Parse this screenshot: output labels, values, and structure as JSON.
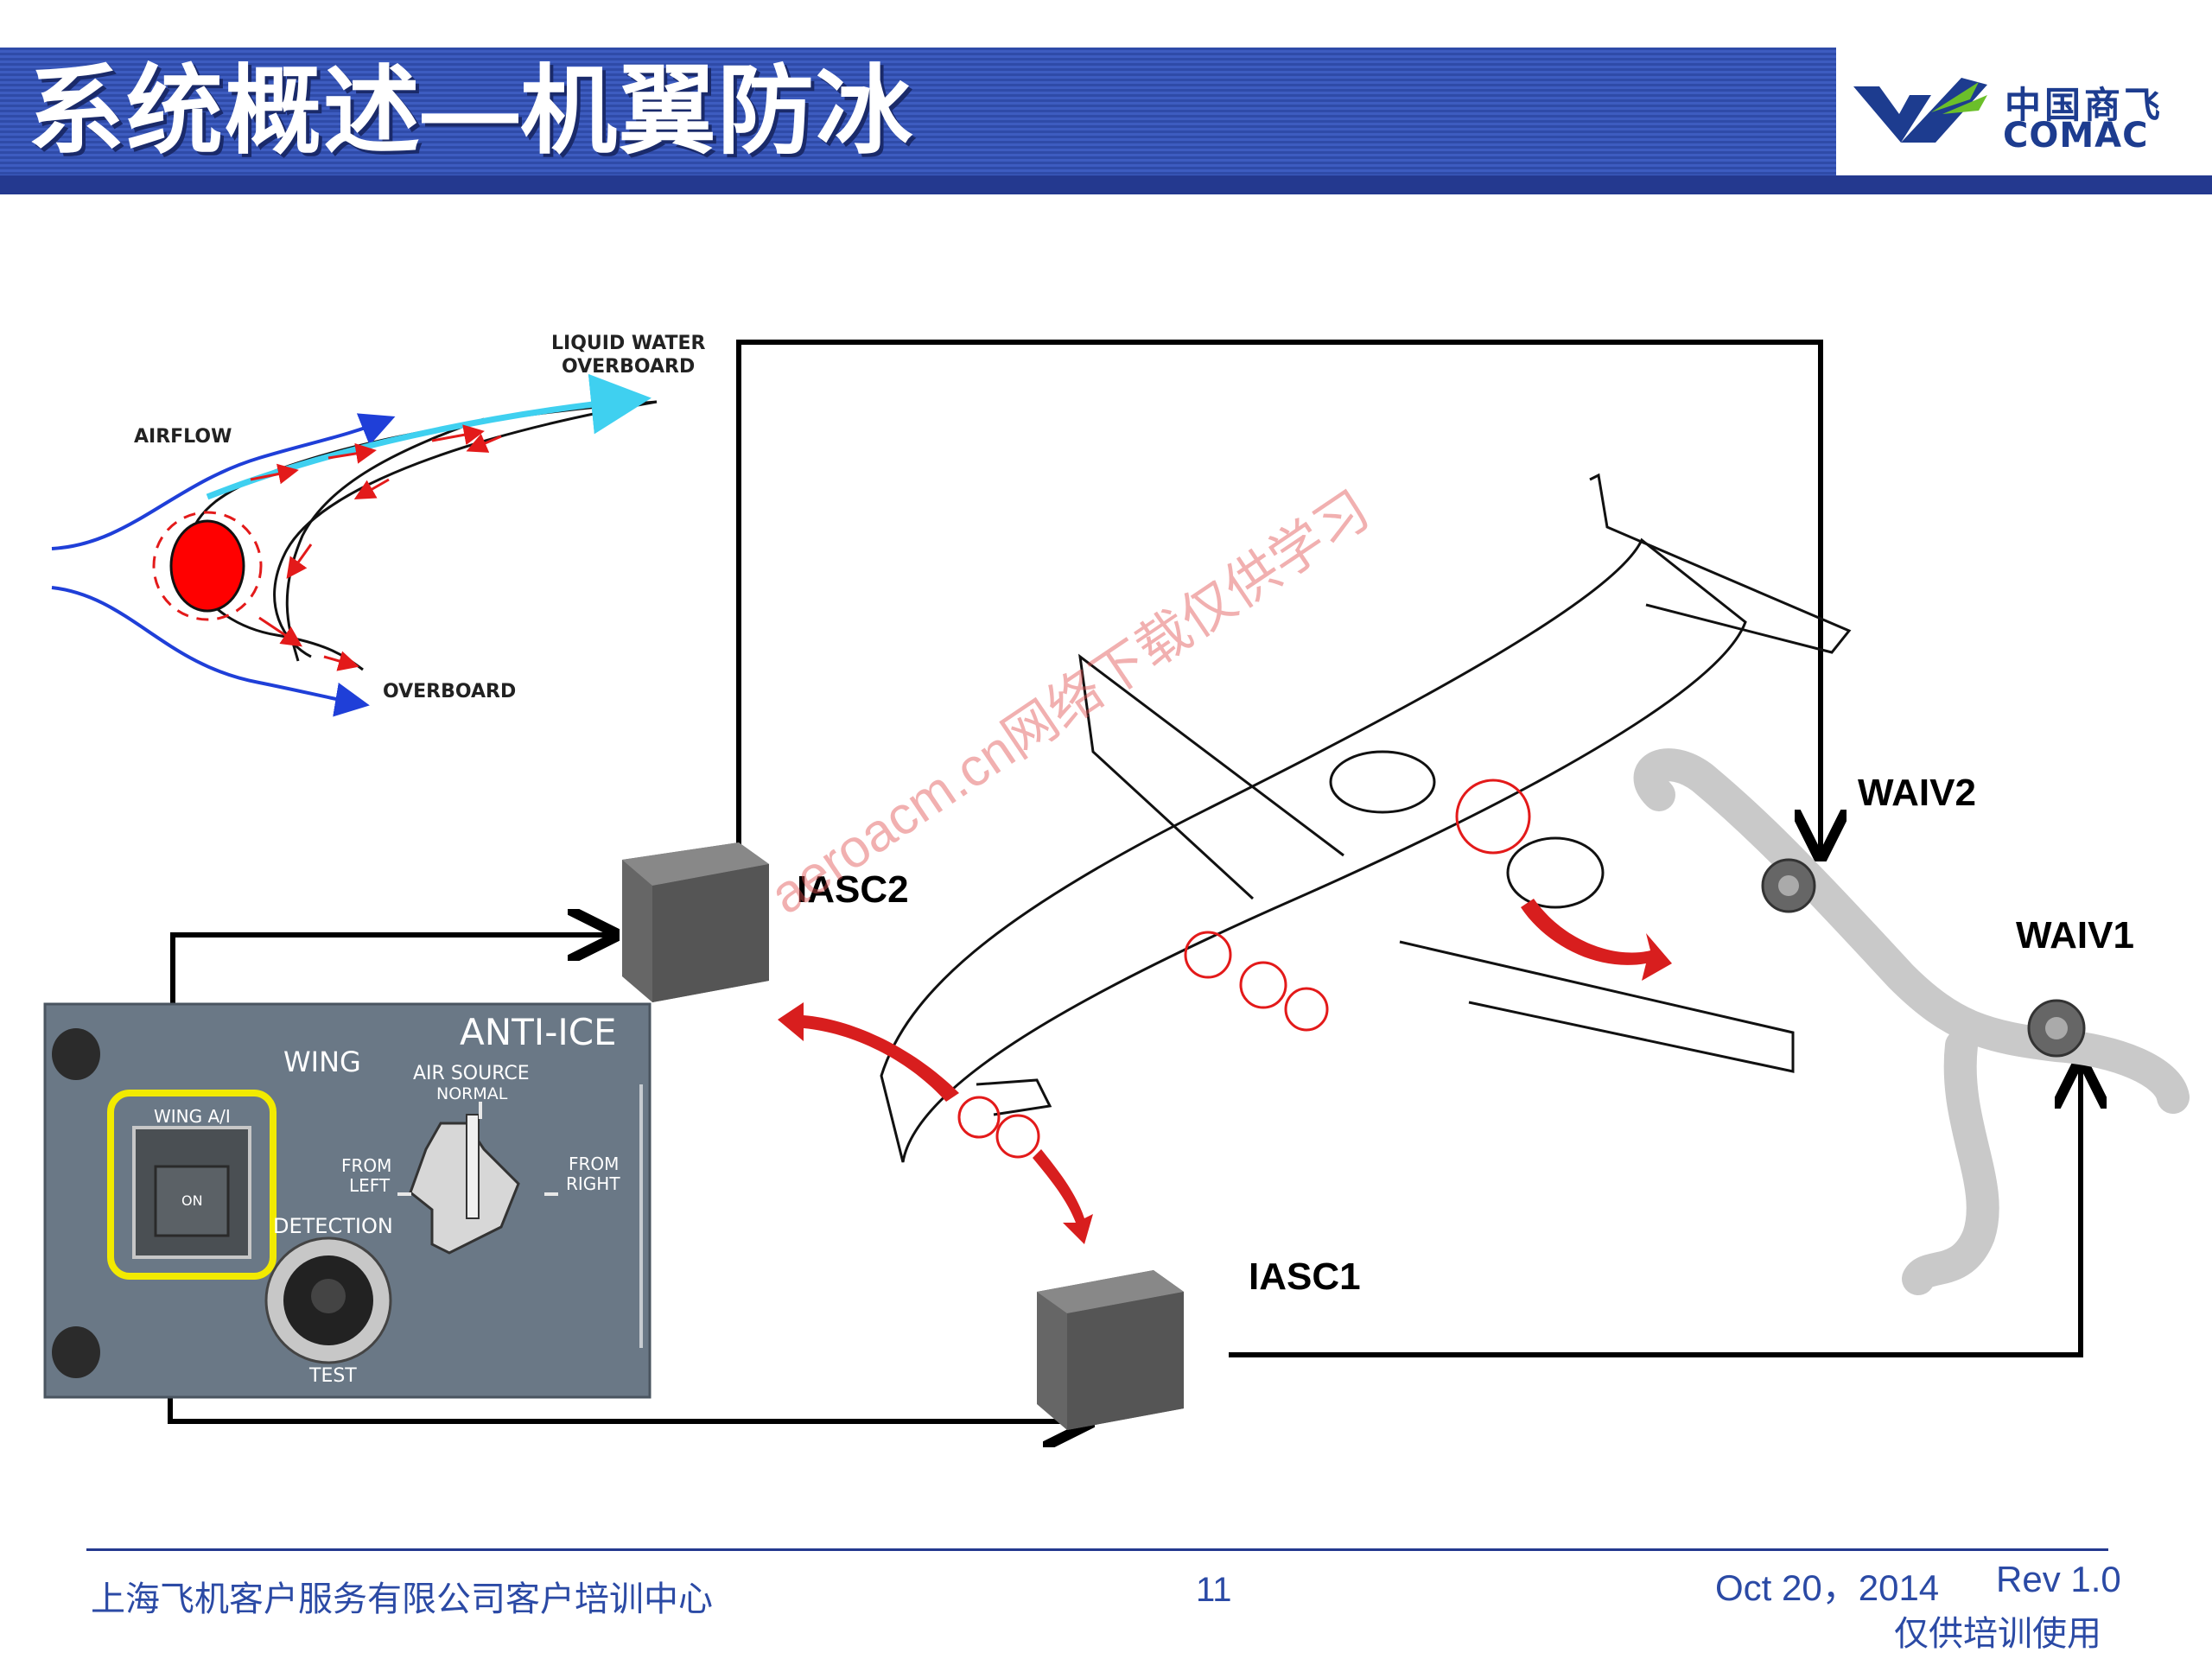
{
  "header": {
    "title": "系统概述—机翼防冰",
    "logo_cn": "中国商飞",
    "logo_en": "COMAC"
  },
  "airfoil": {
    "liquid_water": "LIQUID WATER",
    "overboard_top": "OVERBOARD",
    "airflow": "AIRFLOW",
    "overboard_bottom": "OVERBOARD"
  },
  "panel": {
    "title": "ANTI-ICE",
    "wing": "WING",
    "wing_ai": "WING A/I",
    "on": "ON",
    "air_source": "AIR SOURCE",
    "normal": "NORMAL",
    "from_left_1": "FROM",
    "from_left_2": "LEFT",
    "from_right_1": "FROM",
    "from_right_2": "RIGHT",
    "detection": "DETECTION",
    "test": "TEST"
  },
  "components": {
    "iasc2": "IASC2",
    "iasc1": "IASC1",
    "waiv2": "WAIV2",
    "waiv1": "WAIV1"
  },
  "watermark": "aeroacm.cn网络下载仅供学习",
  "footer": {
    "organization": "上海飞机客户服务有限公司客户培训中心",
    "page": "11",
    "date": "Oct 20，2014",
    "rev": "Rev 1.0",
    "note": "仅供培训使用"
  },
  "colors": {
    "title_bar": "#3d5cc0",
    "accent_blue": "#24398f",
    "highlight_yellow": "#f2ea00",
    "hot_air_red": "#e31a1a",
    "airflow_blue": "#1f3fd8",
    "water_cyan": "#3fd0f0"
  }
}
